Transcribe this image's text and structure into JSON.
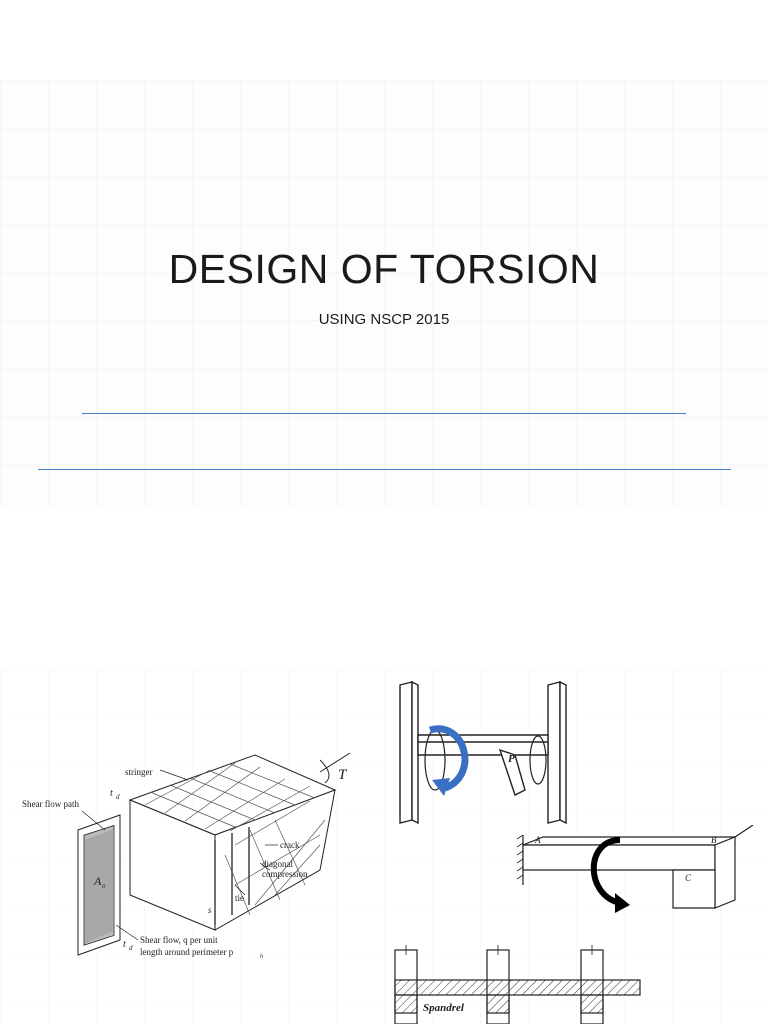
{
  "slide": {
    "title": "DESIGN OF TORSION",
    "subtitle": "USING NSCP 2015"
  },
  "figures": {
    "truss_model": {
      "labels": {
        "stringer": "stringer",
        "torque": "T",
        "shear_flow_path": "Shear flow path",
        "td_top": "t",
        "td_sub": "d",
        "area": "A",
        "area_sub": "o",
        "crack": "crack",
        "diagonal": "diagonal",
        "compression": "compression",
        "tie": "tie",
        "spacing": "s",
        "shear_flow_line1": "Shear flow, q per unit",
        "shear_flow_line2": "length around perimeter p",
        "shear_flow_sub": "h",
        "td_bottom": "t",
        "td_bottom_sub": "d"
      }
    },
    "frame": {
      "load": "P"
    },
    "cantilever": {
      "a": "A",
      "b": "B",
      "c": "C"
    },
    "spandrel": {
      "label": "Spandrel"
    }
  },
  "colors": {
    "rule": "#4a7ec9",
    "torsion_arrow": "#3a6fc4",
    "torsion_arrow_black": "#000000"
  }
}
